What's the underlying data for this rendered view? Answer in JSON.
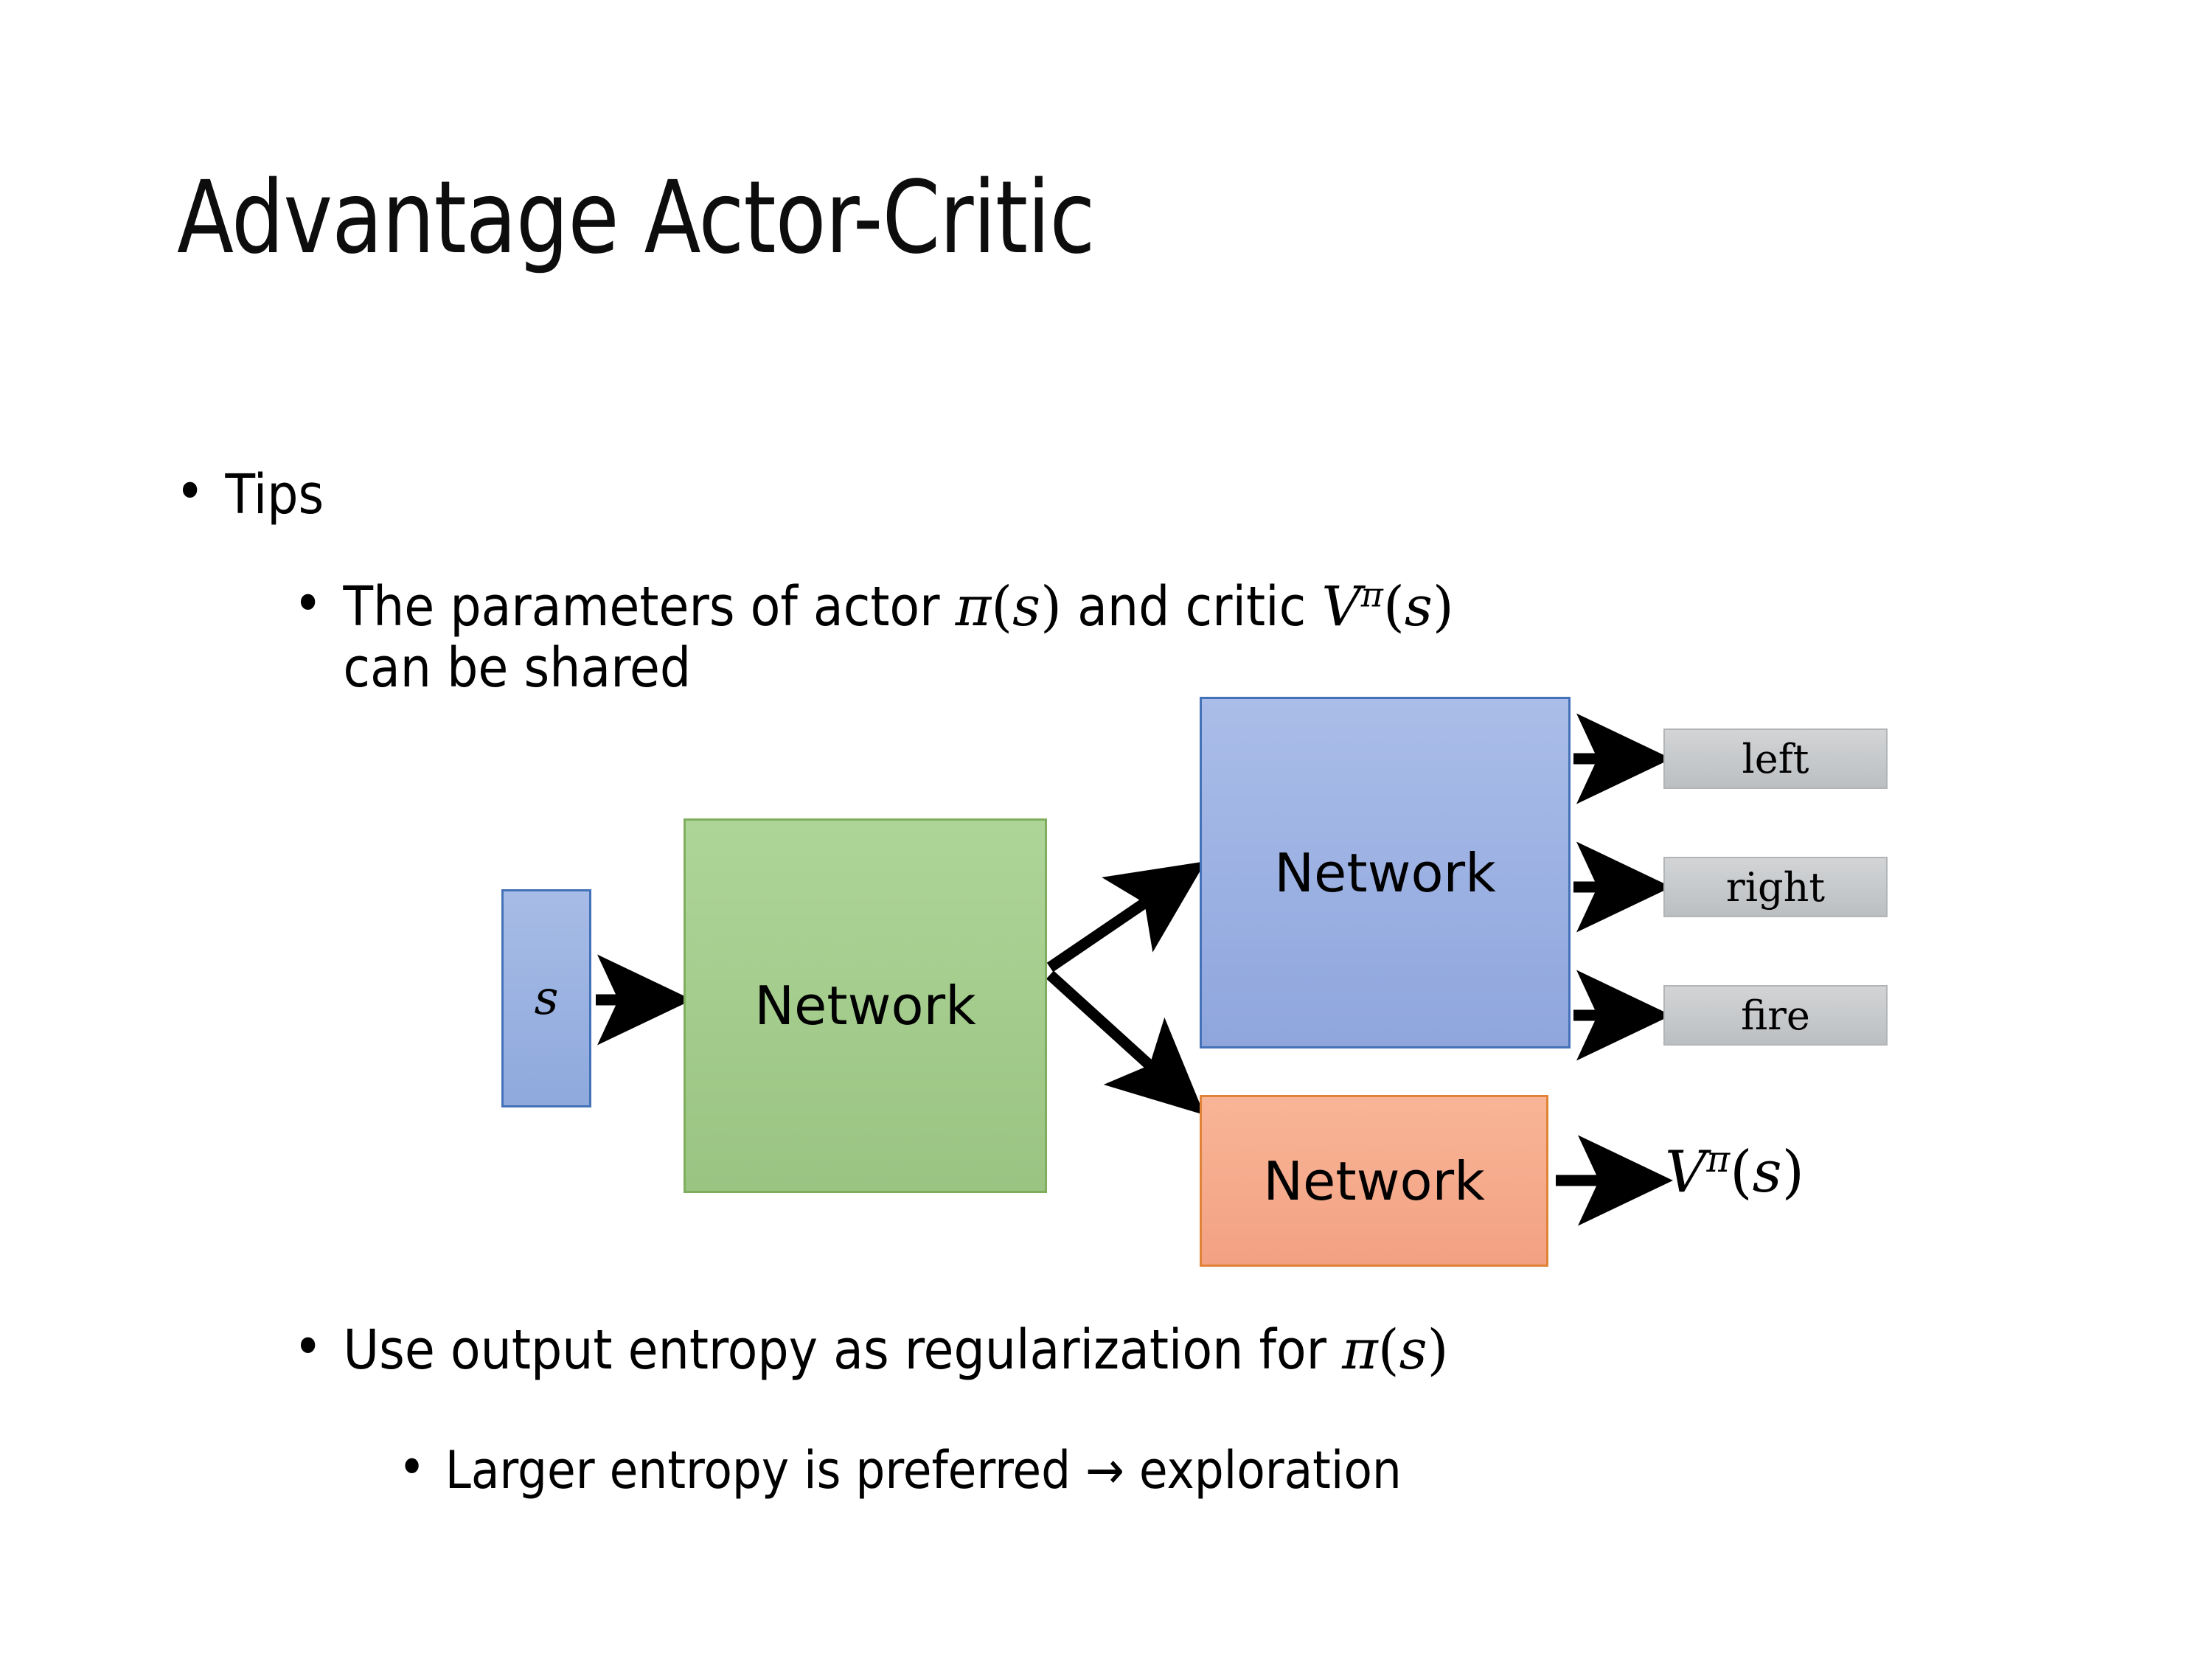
{
  "slide": {
    "title": "Advantage Actor-Critic",
    "background_color": "#ffffff"
  },
  "bullets": {
    "tips": {
      "marker": "•",
      "text": "Tips"
    },
    "parameters": {
      "marker": "•",
      "text_part1": "The parameters of actor ",
      "math_actor_pi": "π",
      "math_actor_open": "(",
      "math_actor_arg": "s",
      "math_actor_close": ")",
      "text_part2": " and critic ",
      "math_critic_V": "V",
      "math_critic_sup": "π",
      "math_critic_open": "(",
      "math_critic_arg": "s",
      "math_critic_close": ")",
      "text_part3": "can be shared",
      "full_text": "The parameters of actor π(s)  and critic Vπ(s) can be shared"
    },
    "entropy": {
      "marker": "•",
      "text_part1": "Use output entropy as regularization for ",
      "math_pi": "π",
      "math_open": "(",
      "math_arg": "s",
      "math_close": ")",
      "full_text": "Use output entropy as regularization for π(s)"
    },
    "larger_entropy": {
      "marker": "•",
      "text": "Larger entropy is preferred → exploration"
    }
  },
  "diagram": {
    "state_box": {
      "label": "s",
      "fill": "#9ab0e0",
      "border": "#4472b8"
    },
    "shared_network": {
      "label": "Network",
      "fill": "#a5cd8e",
      "border": "#7fae5e"
    },
    "actor_network": {
      "label": "Network",
      "fill": "#9cb2e3",
      "border": "#4472b8"
    },
    "critic_network": {
      "label": "Network",
      "fill": "#f5aa8c",
      "border": "#e08337"
    },
    "actions": [
      {
        "label": "left",
        "fill": "#c7c9cb"
      },
      {
        "label": "right",
        "fill": "#c7c9cb"
      },
      {
        "label": "fire",
        "fill": "#c7c9cb"
      }
    ],
    "critic_output": {
      "math_V": "V",
      "math_sup": "π",
      "math_open": "(",
      "math_arg": "s",
      "math_close": ")",
      "full_text": "Vπ(s)"
    },
    "arrows": {
      "state_to_shared": "arrow-right",
      "shared_to_actor": "arrow-up-right",
      "shared_to_critic": "arrow-down-right",
      "actor_to_left": "arrow-right",
      "actor_to_right": "arrow-right",
      "actor_to_fire": "arrow-right",
      "critic_to_value": "arrow-right",
      "color": "#000000"
    }
  }
}
